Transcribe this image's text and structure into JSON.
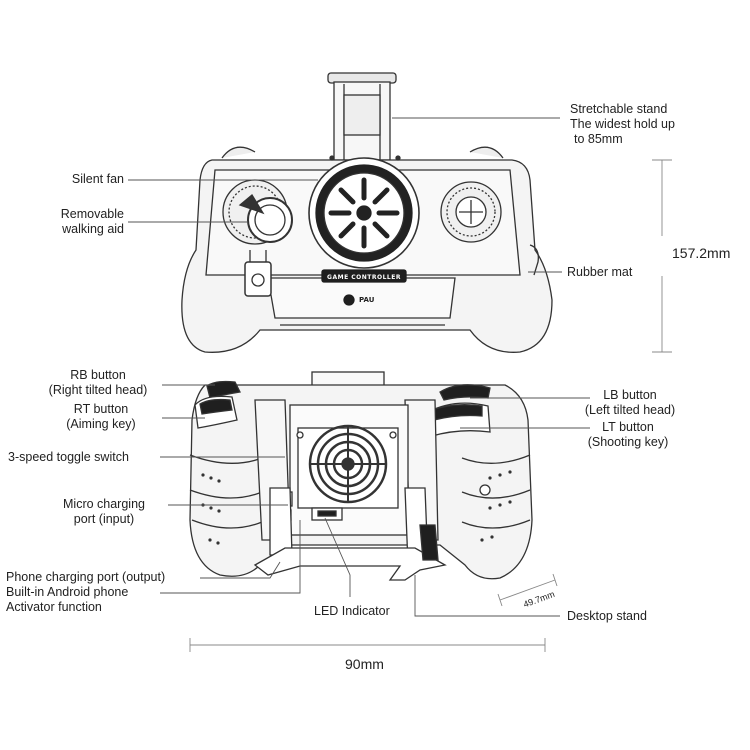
{
  "labels": {
    "stand": [
      "Stretchable stand",
      "The widest hold up",
      "to 85mm"
    ],
    "silent_fan": "Silent fan",
    "walking_aid": [
      "Removable",
      "walking aid"
    ],
    "rubber_mat": "Rubber mat",
    "rb_button": [
      "RB button",
      "(Right tilted head)"
    ],
    "rt_button": [
      "RT button",
      "(Aiming key)"
    ],
    "lb_button": [
      "LB button",
      "(Left tilted head)"
    ],
    "lt_button": [
      "LT button",
      "(Shooting key)"
    ],
    "toggle": "3-speed toggle switch",
    "micro_port": [
      "Micro charging",
      "port (input)"
    ],
    "phone_port": [
      "Phone charging port (output)",
      "Built-in Android phone",
      "Activator function"
    ],
    "led": "LED Indicator",
    "desktop_stand": "Desktop stand"
  },
  "dimensions": {
    "height": "157.2mm",
    "width": "90mm",
    "depth": "49.7mm"
  },
  "device_text": {
    "plate": "GAME CONTROLLER",
    "logo": "PAU"
  },
  "colors": {
    "line": "#333333",
    "body_fill": "#f4f4f4",
    "dark": "#1f1f1f",
    "leader": "#555555"
  }
}
